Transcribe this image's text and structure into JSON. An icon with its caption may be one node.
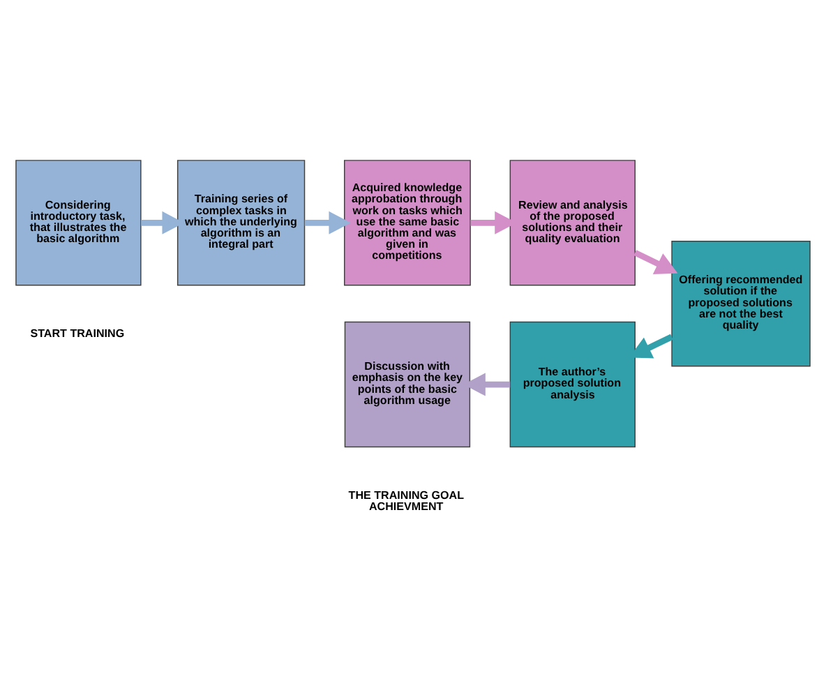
{
  "diagram": {
    "nodes": [
      {
        "text": [
          "Considering introductory task, that illustrates the basic algorithm"
        ],
        "beside": [
          "START TRAINING"
        ]
      },
      {
        "text": [
          "Training series of complex tasks in which the underlying algorithm is an integral part"
        ]
      },
      {
        "text": [
          "Acquired knowledge approbation through work on tasks which use the same basic algorithm and was given in competitions"
        ]
      },
      {
        "text": [
          "Review and analysis of the proposed solutions and their quality evaluation"
        ]
      },
      {
        "text": [
          "Offering recommended solution if the proposed solutions are not the best quality"
        ]
      },
      {
        "text": [
          "The author’s proposed solution analysis"
        ]
      },
      {
        "text": [
          "Discussion with emphasis on the key points of the basic algorithm usage"
        ],
        "beside": [
          "THE TRAINING GOAL ACHIEVMENT"
        ]
      }
    ],
    "edges": [
      {
        "from": 0,
        "to": 1,
        "arrow": "to",
        "color": "#95b3d7"
      },
      {
        "from": 1,
        "to": 2,
        "arrow": "to",
        "color": "#95b3d7"
      },
      {
        "from": 2,
        "to": 3,
        "arrow": "to",
        "color": "#d58fc8"
      },
      {
        "from": 3,
        "to": 4,
        "arrow": "to",
        "color": "#d58fc8"
      },
      {
        "from": 4,
        "to": 5,
        "arrow": "to",
        "color": "#31a0aa"
      },
      {
        "from": 5,
        "to": 6,
        "arrow": "to",
        "color": "#b1a0c7"
      }
    ]
  }
}
